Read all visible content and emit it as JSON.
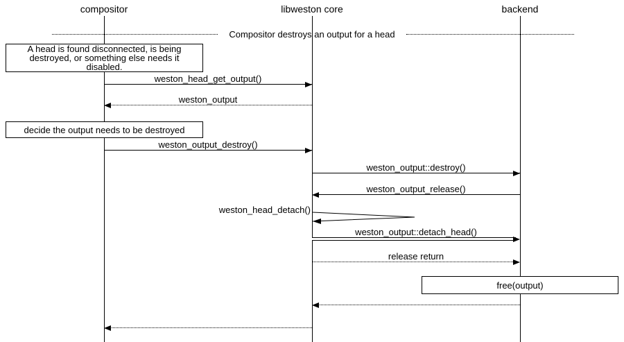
{
  "diagram": {
    "divider_title": "Compositor destroys an output for a head",
    "actors": [
      {
        "name": "compositor"
      },
      {
        "name": "libweston core"
      },
      {
        "name": "backend"
      }
    ],
    "notes": [
      {
        "text": "A head is found disconnected, is being destroyed, or something else needs it disabled."
      },
      {
        "text": "decide the output needs to be destroyed"
      },
      {
        "text": "free(output)"
      }
    ],
    "messages": [
      {
        "label": "weston_head_get_output()",
        "from": "compositor",
        "to": "libweston core",
        "style": "solid"
      },
      {
        "label": "weston_output",
        "from": "libweston core",
        "to": "compositor",
        "style": "dotted-return"
      },
      {
        "label": "weston_output_destroy()",
        "from": "compositor",
        "to": "libweston core",
        "style": "solid"
      },
      {
        "label": "weston_output::destroy()",
        "from": "libweston core",
        "to": "backend",
        "style": "solid"
      },
      {
        "label": "weston_output_release()",
        "from": "backend",
        "to": "libweston core",
        "style": "solid"
      },
      {
        "label": "weston_head_detach()",
        "from": "libweston core",
        "to": "libweston core",
        "style": "self"
      },
      {
        "label": "weston_output::detach_head()",
        "from": "libweston core",
        "to": "backend",
        "style": "double"
      },
      {
        "label": "release return",
        "from": "libweston core",
        "to": "backend",
        "style": "dotted"
      },
      {
        "label": "",
        "from": "backend",
        "to": "libweston core",
        "style": "dotted-return"
      },
      {
        "label": "",
        "from": "libweston core",
        "to": "compositor",
        "style": "dotted-return"
      }
    ],
    "colors": {
      "ink": "#000000",
      "background": "#ffffff"
    }
  }
}
